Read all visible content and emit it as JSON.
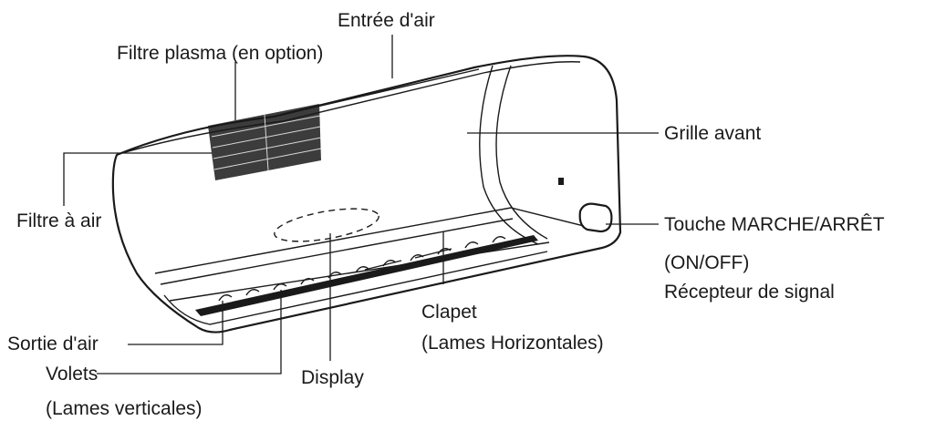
{
  "labels": {
    "air_inlet": "Entrée d'air",
    "plasma_filter": "Filtre plasma (en option)",
    "front_grille": "Grille avant",
    "air_filter": "Filtre à air",
    "on_off_button_line1": "Touche MARCHE/ARRÊT",
    "on_off_button_line2": "(ON/OFF)",
    "signal_receiver": "Récepteur de signal",
    "flap_line1": "Clapet",
    "flap_line2": "(Lames Horizontales)",
    "air_outlet": "Sortie d'air",
    "louvers_line1": "Volets",
    "louvers_line2": "(Lames verticales)",
    "display": "Display"
  }
}
